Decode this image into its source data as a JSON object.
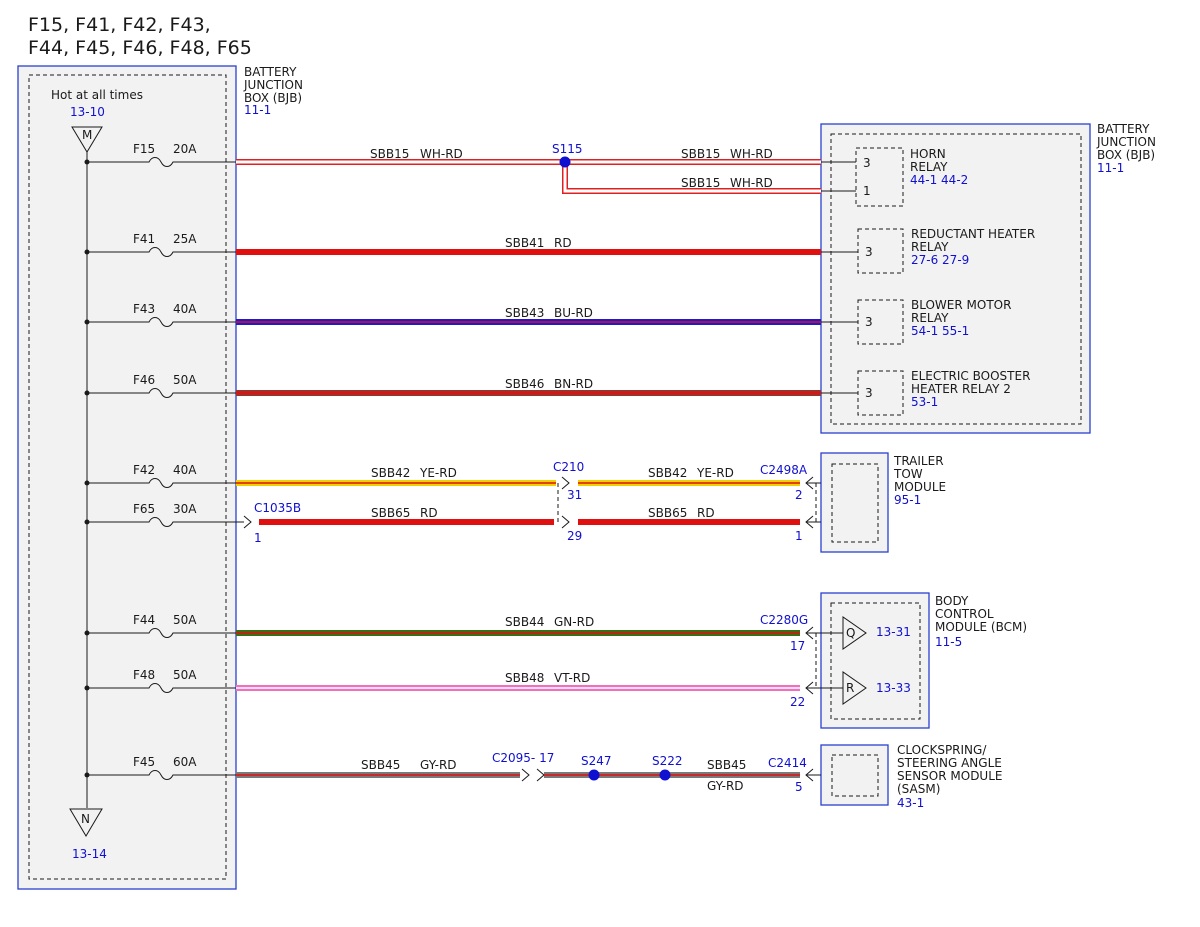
{
  "title": {
    "line1": "F15, F41, F42, F43,",
    "line2": "F44, F45, F46, F48, F65"
  },
  "bjb_left": {
    "l1": "BATTERY",
    "l2": "JUNCTION",
    "l3": "BOX (BJB)",
    "ref": "11-1"
  },
  "hot": {
    "label": "Hot at all times",
    "ref": "13-10",
    "m": "M"
  },
  "ground_ref": {
    "n": "N",
    "ref": "13-14"
  },
  "fuses": [
    {
      "name": "F15",
      "amp": "20A"
    },
    {
      "name": "F41",
      "amp": "25A"
    },
    {
      "name": "F43",
      "amp": "40A"
    },
    {
      "name": "F46",
      "amp": "50A"
    },
    {
      "name": "F42",
      "amp": "40A"
    },
    {
      "name": "F65",
      "amp": "30A"
    },
    {
      "name": "F44",
      "amp": "50A"
    },
    {
      "name": "F48",
      "amp": "50A"
    },
    {
      "name": "F45",
      "amp": "60A"
    }
  ],
  "wires": {
    "sbb15a": {
      "circuit": "SBB15",
      "color": "WH-RD"
    },
    "sbb15b": {
      "circuit": "SBB15",
      "color": "WH-RD"
    },
    "sbb15c": {
      "circuit": "SBB15",
      "color": "WH-RD"
    },
    "sbb41": {
      "circuit": "SBB41",
      "color": "RD"
    },
    "sbb43": {
      "circuit": "SBB43",
      "color": "BU-RD"
    },
    "sbb46": {
      "circuit": "SBB46",
      "color": "BN-RD"
    },
    "sbb42a": {
      "circuit": "SBB42",
      "color": "YE-RD"
    },
    "sbb42b": {
      "circuit": "SBB42",
      "color": "YE-RD"
    },
    "sbb65a": {
      "circuit": "SBB65",
      "color": "RD"
    },
    "sbb65b": {
      "circuit": "SBB65",
      "color": "RD"
    },
    "sbb44": {
      "circuit": "SBB44",
      "color": "GN-RD"
    },
    "sbb48": {
      "circuit": "SBB48",
      "color": "VT-RD"
    },
    "sbb45a": {
      "circuit": "SBB45",
      "color": "GY-RD"
    },
    "sbb45b": {
      "circuit": "SBB45",
      "color": "GY-RD"
    }
  },
  "splices": {
    "s115": "S115",
    "s247": "S247",
    "s222": "S222"
  },
  "connectors": {
    "c210": "C210",
    "c210_p1": "31",
    "c210_p2": "29",
    "c1035b": "C1035B",
    "c1035b_pin": "1",
    "c2498a": "C2498A",
    "c2498a_p1": "2",
    "c2498a_p2": "1",
    "c2280g": "C2280G",
    "c2280g_p1": "17",
    "c2280g_p2": "22",
    "c2095": "C2095- 17",
    "c2414": "C2414",
    "c2414_pin": "5"
  },
  "bjb_right": {
    "l1": "BATTERY",
    "l2": "JUNCTION",
    "l3": "BOX (BJB)",
    "ref": "11-1",
    "horn": {
      "l1": "HORN",
      "l2": "RELAY",
      "refs": "44-1  44-2",
      "pin_a": "3",
      "pin_b": "1"
    },
    "reductant": {
      "l1": "REDUCTANT HEATER",
      "l2": "RELAY",
      "refs": "27-6  27-9",
      "pin": "3"
    },
    "blower": {
      "l1": "BLOWER MOTOR",
      "l2": "RELAY",
      "refs": "54-1  55-1",
      "pin": "3"
    },
    "booster": {
      "l1": "ELECTRIC BOOSTER",
      "l2": "HEATER RELAY 2",
      "refs": "53-1",
      "pin": "3"
    }
  },
  "trailer": {
    "l1": "TRAILER",
    "l2": "TOW",
    "l3": "MODULE",
    "ref": "95-1"
  },
  "bcm": {
    "l1": "BODY",
    "l2": "CONTROL",
    "l3": "MODULE (BCM)",
    "ref": "11-5",
    "q": "Q",
    "q_ref": "13-31",
    "r": "R",
    "r_ref": "13-33"
  },
  "sasm": {
    "l1": "CLOCKSPRING/",
    "l2": "STEERING ANGLE",
    "l3": "SENSOR MODULE",
    "l4": "(SASM)",
    "ref": "43-1"
  },
  "colors": {
    "frame": "#2a3fd0",
    "ref_text": "#1010d0",
    "WH-RD": "#e02020",
    "RD": "#e01010",
    "BU-RD": "#1a1ad0",
    "BN-RD": "#c0302a",
    "YE-RD": "#f0d000",
    "GN-RD": "#3a6e14",
    "VT-RD": "#f070c0",
    "GY-RD": "#7a7a7a"
  }
}
